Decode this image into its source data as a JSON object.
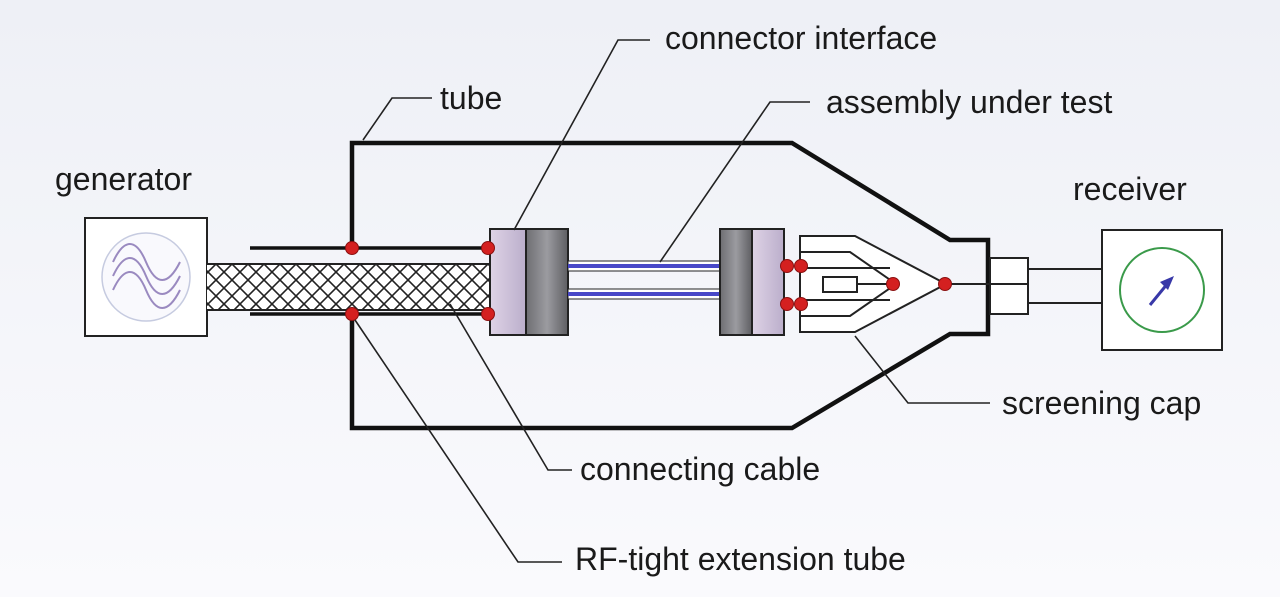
{
  "labels": {
    "generator": "generator",
    "receiver": "receiver",
    "tube": "tube",
    "connector_interface": "connector interface",
    "assembly_under_test": "assembly under test",
    "screening_cap": "screening cap",
    "connecting_cable": "connecting cable",
    "rf_tight_extension_tube": "RF-tight extension tube"
  },
  "colors": {
    "outline": "#1a1a1a",
    "contact_point": "#d42020",
    "inner_conductor": "#4848c8",
    "receiver_dial": "#3a9a4a",
    "signal_wave": "#9a8ac0"
  }
}
